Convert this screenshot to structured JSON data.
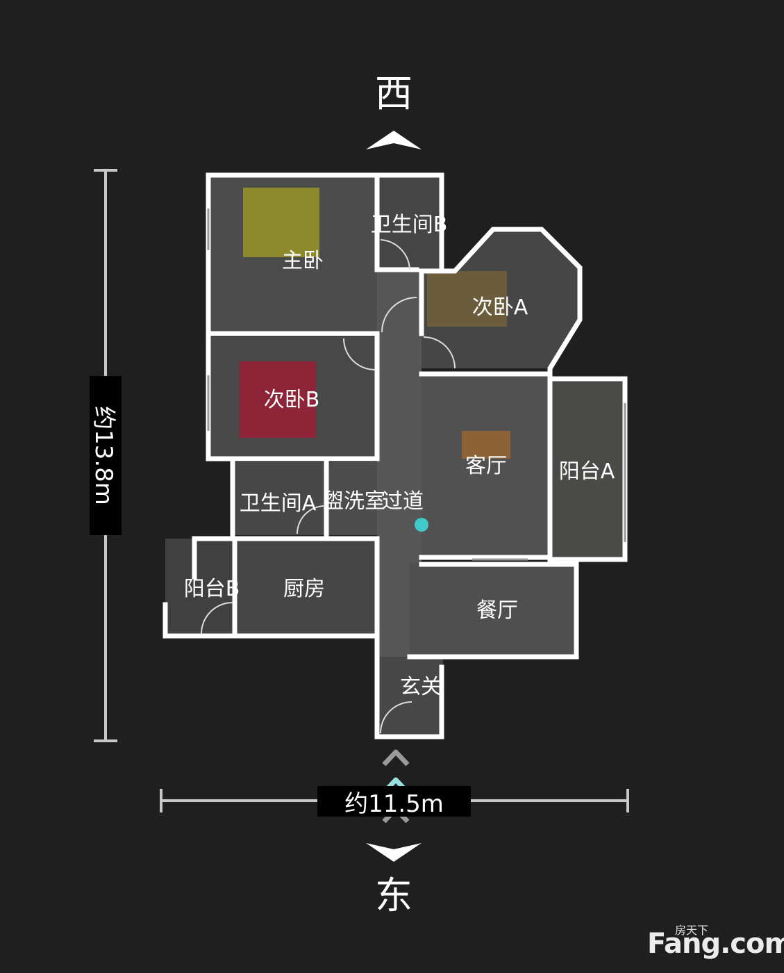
{
  "compass": {
    "north_label": "西",
    "south_label": "东"
  },
  "dimensions": {
    "height_label": "约13.8m",
    "width_label": "约11.5m"
  },
  "rooms": {
    "master_bedroom": "主卧",
    "bathroom_b": "卫生间B",
    "second_bedroom_a": "次卧A",
    "second_bedroom_b": "次卧B",
    "living_room": "客厅",
    "balcony_a": "阳台A",
    "bathroom_a": "卫生间A",
    "washroom": "盥洗室",
    "corridor": "过道",
    "balcony_b": "阳台B",
    "kitchen": "厨房",
    "dining_room": "餐厅",
    "entrance": "玄关"
  },
  "logo": {
    "top_text": "房天下",
    "main_text": "Fang.com"
  },
  "colors": {
    "background": "#1f1f1f",
    "wall": "#ffffff",
    "floor": "#4a4b4a",
    "marker": "#41c8c8"
  }
}
